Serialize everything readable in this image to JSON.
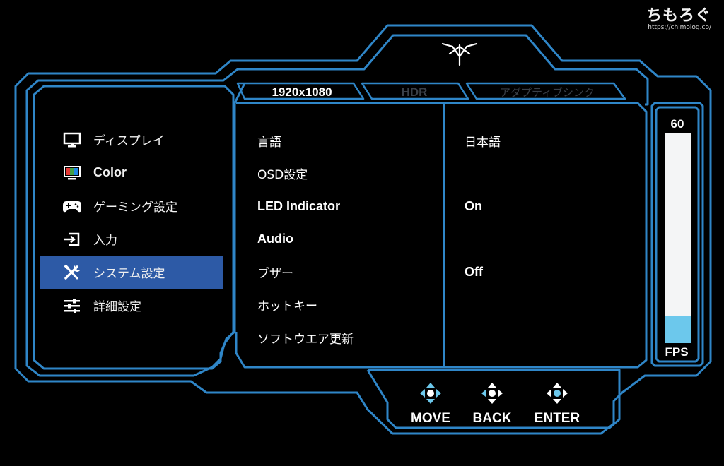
{
  "watermark": {
    "brand": "ちもろぐ",
    "url": "https://chimolog.co/"
  },
  "tabs": [
    {
      "label": "1920x1080",
      "active": true
    },
    {
      "label": "HDR",
      "active": false
    },
    {
      "label": "アダプティブシンク",
      "active": false
    }
  ],
  "menu": {
    "items": [
      {
        "label": "ディスプレイ",
        "icon": "monitor-icon",
        "selected": false
      },
      {
        "label": "Color",
        "icon": "color-icon",
        "selected": false
      },
      {
        "label": "ゲーミング設定",
        "icon": "gamepad-icon",
        "selected": false
      },
      {
        "label": "入力",
        "icon": "input-icon",
        "selected": false
      },
      {
        "label": "システム設定",
        "icon": "tools-icon",
        "selected": true
      },
      {
        "label": "詳細設定",
        "icon": "sliders-icon",
        "selected": false
      }
    ]
  },
  "settings": [
    {
      "label": "言語",
      "value": "日本語"
    },
    {
      "label": "OSD設定",
      "value": ""
    },
    {
      "label": "LED Indicator",
      "value": "On"
    },
    {
      "label": "Audio",
      "value": ""
    },
    {
      "label": "ブザー",
      "value": "Off"
    },
    {
      "label": "ホットキー",
      "value": ""
    },
    {
      "label": "ソフトウエア更新",
      "value": ""
    }
  ],
  "fps": {
    "value": "60",
    "unit": "FPS",
    "level_fraction": 0.13
  },
  "nav": [
    {
      "label": "MOVE",
      "icon": "dpad-move-icon"
    },
    {
      "label": "BACK",
      "icon": "dpad-back-icon"
    },
    {
      "label": "ENTER",
      "icon": "dpad-enter-icon"
    }
  ],
  "colors": {
    "frame_blue": "#2f86c8",
    "accent_light_blue": "#6cc8ec",
    "selection_blue": "#2d5aa6",
    "background": "#000000"
  }
}
